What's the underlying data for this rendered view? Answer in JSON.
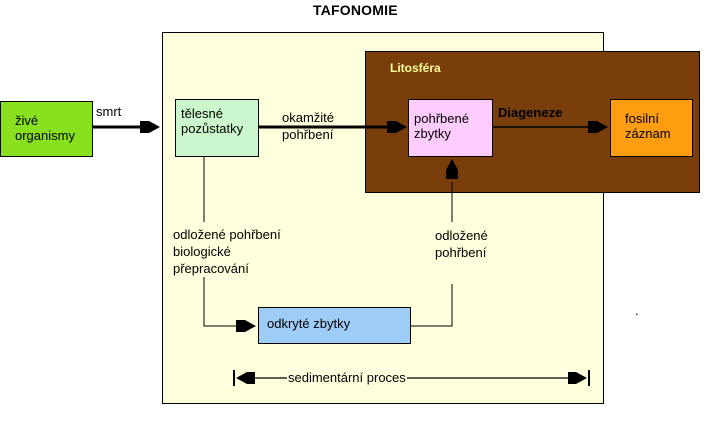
{
  "title": "TAFONOMIE",
  "colors": {
    "taphonomy_area": "#ffffdd",
    "lithosphere_area": "#7a3d0c",
    "living_organisms": "#88e01f",
    "body_remains": "#ccf7cc",
    "buried_remains": "#ffccff",
    "fossil_record": "#ff9d10",
    "exposed_remains": "#9dccf7",
    "lithosphere_label": "#ffff99"
  },
  "lithosphere": {
    "label": "Litosféra"
  },
  "nodes": {
    "living_organisms": [
      "živé",
      "organismy"
    ],
    "body_remains": [
      "tělesné",
      "pozůstatky"
    ],
    "buried_remains": [
      "pohřbené",
      "zbytky"
    ],
    "fossil_record": [
      "fosilní",
      "záznam"
    ],
    "exposed_remains": [
      "odkryté zbytky"
    ]
  },
  "edges": {
    "death": "smrt",
    "immediate_burial": [
      "okamžité",
      "pohřbení"
    ],
    "diagenesis": "Diageneze",
    "delayed_burial_biological": [
      "odložené pohřbení",
      "biologické",
      "přepracování"
    ],
    "delayed_burial": [
      "odložené",
      "pohřbení"
    ],
    "sedimentary_process": "sedimentární proces"
  },
  "dot": "."
}
